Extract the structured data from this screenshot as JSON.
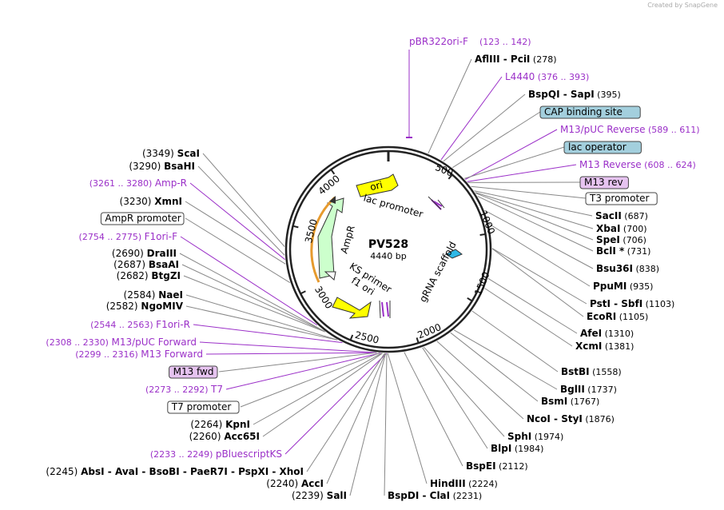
{
  "credit": "Created by SnapGene",
  "plasmid": {
    "name": "PV528",
    "length": "4440 bp"
  },
  "ticks": [
    "500",
    "1000",
    "1500",
    "2000",
    "2500",
    "3000",
    "3500",
    "4000"
  ],
  "features": [
    {
      "label": "ori",
      "color": "#ffff00"
    },
    {
      "label": "AmpR",
      "color": "#ccffcc"
    },
    {
      "label": "f1 ori",
      "color": "#ffff00"
    },
    {
      "label": "lac promoter",
      "color": "#ffffff"
    },
    {
      "label": "KS primer",
      "color": "#ffffff"
    },
    {
      "label": "gRNA scaffold",
      "color": "#2eb8e6"
    }
  ],
  "right": [
    {
      "enz": "AflIII  -  PciI",
      "pos": "(278)"
    },
    {
      "prm": "L4440",
      "range": "(376 .. 393)"
    },
    {
      "enz": "BspQI  -  SapI",
      "pos": "(395)"
    },
    {
      "box": "CAP binding site",
      "fill": "#a3cfdd"
    },
    {
      "prm": "M13/pUC Reverse",
      "range": "(589 .. 611)"
    },
    {
      "box": "lac operator",
      "fill": "#a3cfdd"
    },
    {
      "prm": "M13 Reverse",
      "range": "(608 .. 624)"
    },
    {
      "box": "M13 rev",
      "fill": "#e6c3f0"
    },
    {
      "box": "T3 promoter",
      "fill": "#ffffff"
    },
    {
      "enz": "SacII",
      "pos": "(687)"
    },
    {
      "enz": "XbaI",
      "pos": "(700)"
    },
    {
      "enz": "SpeI",
      "pos": "(706)"
    },
    {
      "enz": "BclI *",
      "pos": "(731)"
    },
    {
      "enz": "Bsu36I",
      "pos": "(838)"
    },
    {
      "enz": "PpuMI",
      "pos": "(935)"
    },
    {
      "enz": "PstI  -  SbfI",
      "pos": "(1103)"
    },
    {
      "enz": "EcoRI",
      "pos": "(1105)"
    },
    {
      "enz": "AfeI",
      "pos": "(1310)"
    },
    {
      "enz": "XcmI",
      "pos": "(1381)"
    },
    {
      "enz": "BstBI",
      "pos": "(1558)"
    },
    {
      "enz": "BglII",
      "pos": "(1737)"
    },
    {
      "enz": "BsmI",
      "pos": "(1767)"
    },
    {
      "enz": "NcoI  -  StyI",
      "pos": "(1876)"
    },
    {
      "enz": "SphI",
      "pos": "(1974)"
    },
    {
      "enz": "BlpI",
      "pos": "(1984)"
    },
    {
      "enz": "BspEI",
      "pos": "(2112)"
    },
    {
      "enz": "HindIII",
      "pos": "(2224)"
    },
    {
      "enz": "BspDI  -  ClaI",
      "pos": "(2231)"
    }
  ],
  "top": {
    "prm": "pBR322ori-F",
    "range": "(123 .. 142)"
  },
  "left": [
    {
      "enz": "ScaI",
      "pos": "(3349)"
    },
    {
      "enz": "BsaHI",
      "pos": "(3290)"
    },
    {
      "prm": "Amp-R",
      "range": "(3261 .. 3280)"
    },
    {
      "enz": "XmnI",
      "pos": "(3230)"
    },
    {
      "box": "AmpR promoter",
      "fill": "#ffffff"
    },
    {
      "prm": "F1ori-F",
      "range": "(2754 .. 2775)"
    },
    {
      "enz": "DraIII",
      "pos": "(2690)"
    },
    {
      "enz": "BsaAI",
      "pos": "(2687)"
    },
    {
      "enz": "BtgZI",
      "pos": "(2682)"
    },
    {
      "enz": "NaeI",
      "pos": "(2584)"
    },
    {
      "enz": "NgoMIV",
      "pos": "(2582)"
    },
    {
      "prm": "F1ori-R",
      "range": "(2544 .. 2563)"
    },
    {
      "prm": "M13/pUC Forward",
      "range": "(2308 .. 2330)"
    },
    {
      "prm": "M13 Forward",
      "range": "(2299 .. 2316)"
    },
    {
      "box": "M13 fwd",
      "fill": "#e6c3f0"
    },
    {
      "prm": "T7",
      "range": "(2273 .. 2292)"
    },
    {
      "box": "T7 promoter",
      "fill": "#ffffff"
    },
    {
      "enz": "KpnI",
      "pos": "(2264)"
    },
    {
      "enz": "Acc65I",
      "pos": "(2260)"
    },
    {
      "prm": "pBluescriptKS",
      "range": "(2233 .. 2249)"
    },
    {
      "enz": "AbsI  -  AvaI  -  BsoBI  -  PaeR7I  -  PspXI  -  XhoI",
      "pos": "(2245)"
    },
    {
      "enz": "AccI",
      "pos": "(2240)"
    },
    {
      "enz": "SalI",
      "pos": "(2239)"
    }
  ]
}
